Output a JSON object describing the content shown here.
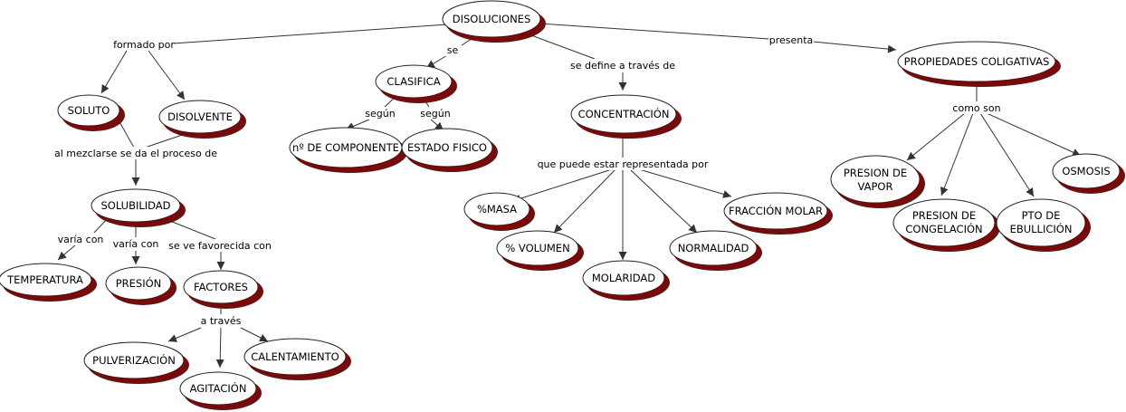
{
  "concept_map": {
    "nodes": {
      "disoluciones": "DISOLUCIONES",
      "soluto": "SOLUTO",
      "disolvente": "DISOLVENTE",
      "solubilidad": "SOLUBILIDAD",
      "temperatura": "TEMPERATURA",
      "presion": "PRESIÓN",
      "factores": "FACTORES",
      "pulverizacion": "PULVERIZACIÓN",
      "agitacion": "AGITACIÓN",
      "calentamiento": "CALENTAMIENTO",
      "clasifica": "CLASIFICA",
      "n_componente": "nº DE COMPONENTE",
      "estado_fisico": "ESTADO FISICO",
      "concentracion": "CONCENTRACIÓN",
      "masa": "%MASA",
      "volumen": "% VOLUMEN",
      "molaridad": "MOLARIDAD",
      "normalidad": "NORMALIDAD",
      "fraccion_molar": "FRACCIÓN MOLAR",
      "propiedades": "PROPIEDADES COLIGATIVAS",
      "presion_vapor_1": "PRESION DE",
      "presion_vapor_2": "VAPOR",
      "presion_cong_1": "PRESION DE",
      "presion_cong_2": "CONGELACIÓN",
      "pto_ebu_1": "PTO DE",
      "pto_ebu_2": "EBULLICIÓN",
      "osmosis": "OSMOSIS"
    },
    "links": {
      "formado_por": "formado por",
      "se": "se",
      "se_define": "se define a través de",
      "presenta": "presenta",
      "al_mezclarse": "al mezclarse se da el proceso de",
      "varia_con_1": "varía con",
      "varia_con_2": "varía con",
      "se_ve_favorecida": "se ve favorecida con",
      "a_traves": "a través",
      "segun_1": "según",
      "segun_2": "según",
      "que_puede": "que puede estar representada por",
      "como_son": "como son"
    }
  }
}
